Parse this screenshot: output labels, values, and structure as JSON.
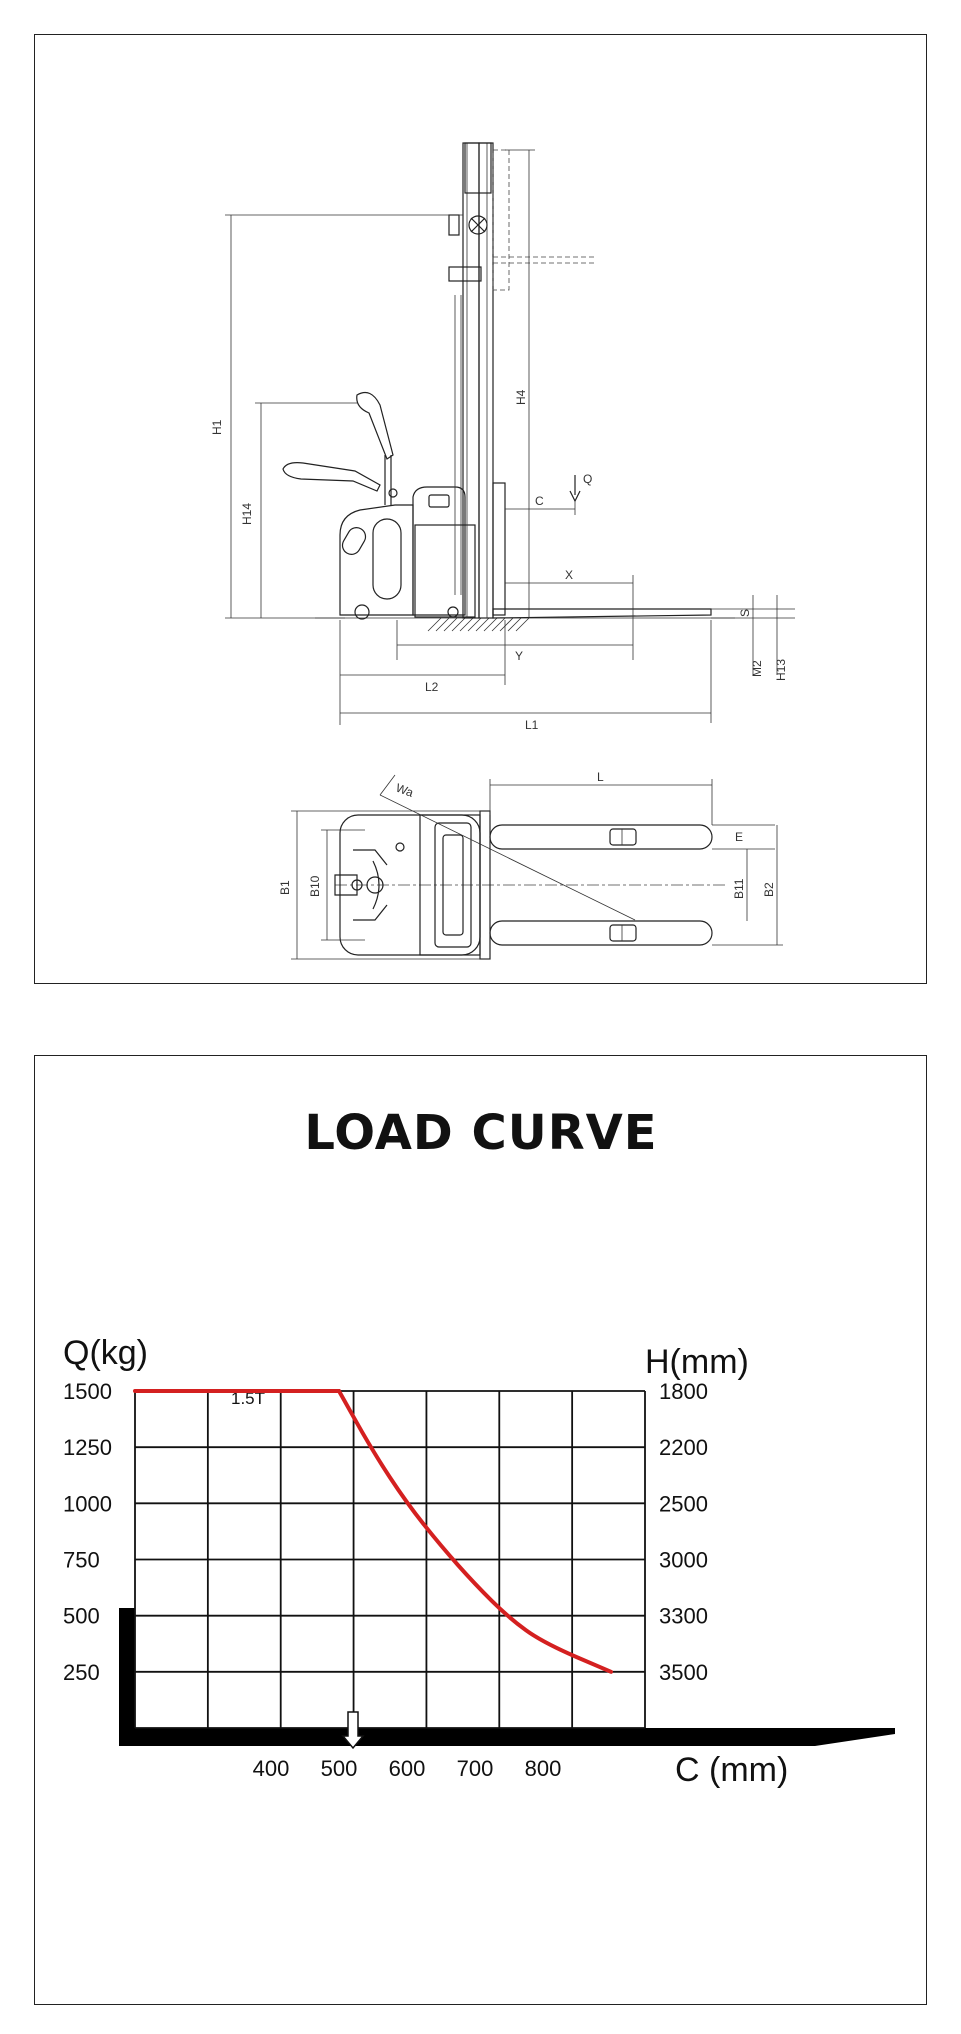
{
  "drawing": {
    "labels": {
      "h1": "H1",
      "h4": "H4",
      "h14": "H14",
      "q": "Q",
      "c": "C",
      "x": "X",
      "y": "Y",
      "l1": "L1",
      "l2": "L2",
      "s": "S",
      "m2": "M2",
      "h13": "H13",
      "wa": "Wa",
      "l": "L",
      "b1": "B1",
      "b10": "B10",
      "b11": "B11",
      "b2": "B2",
      "e": "E"
    }
  },
  "load_curve": {
    "title": "LOAD CURVE",
    "left_axis_label": "Q(kg)",
    "right_axis_label": "H(mm)",
    "bottom_axis_label": "C (mm)",
    "curve_label": "1.5T",
    "colors": {
      "curve": "#d42020",
      "grid": "#111111",
      "base": "#000000"
    }
  },
  "chart_data": {
    "type": "line",
    "title": "LOAD CURVE",
    "xlabel": "C (mm)",
    "ylabel": "Q(kg)",
    "y2label": "H(mm)",
    "x_ticks": [
      400,
      500,
      600,
      700,
      800
    ],
    "y_ticks": [
      1500,
      1250,
      1000,
      750,
      500,
      250
    ],
    "y2_ticks": [
      1800,
      2200,
      2500,
      3000,
      3300,
      3500
    ],
    "xlim": [
      200,
      950
    ],
    "ylim": [
      0,
      1500
    ],
    "grid": true,
    "series": [
      {
        "name": "1.5T",
        "x": [
          200,
          500,
          550,
          600,
          650,
          700,
          750,
          800,
          900
        ],
        "y": [
          1500,
          1500,
          1230,
          1000,
          810,
          640,
          490,
          380,
          250
        ]
      }
    ]
  }
}
